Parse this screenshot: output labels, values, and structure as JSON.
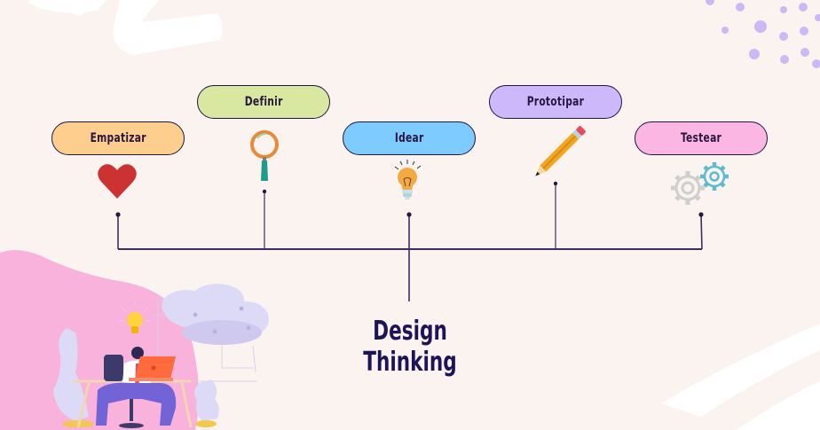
{
  "diagram": {
    "title": "Design Thinking",
    "stages": [
      {
        "label": "Empatizar",
        "color": "#fdce8e",
        "icon": "heart-icon"
      },
      {
        "label": "Definir",
        "color": "#d8e8a0",
        "icon": "magnifier-icon"
      },
      {
        "label": "Idear",
        "color": "#7ecbff",
        "icon": "lightbulb-icon"
      },
      {
        "label": "Prototipar",
        "color": "#cdb8fb",
        "icon": "pencil-icon"
      },
      {
        "label": "Testear",
        "color": "#fbb6e3",
        "icon": "gears-icon"
      }
    ],
    "colors": {
      "background": "#fbf3f0",
      "line": "#3d2f5c",
      "title": "#1c1458",
      "dots": "#cbb8f5",
      "blob": "#f9b2db"
    }
  }
}
